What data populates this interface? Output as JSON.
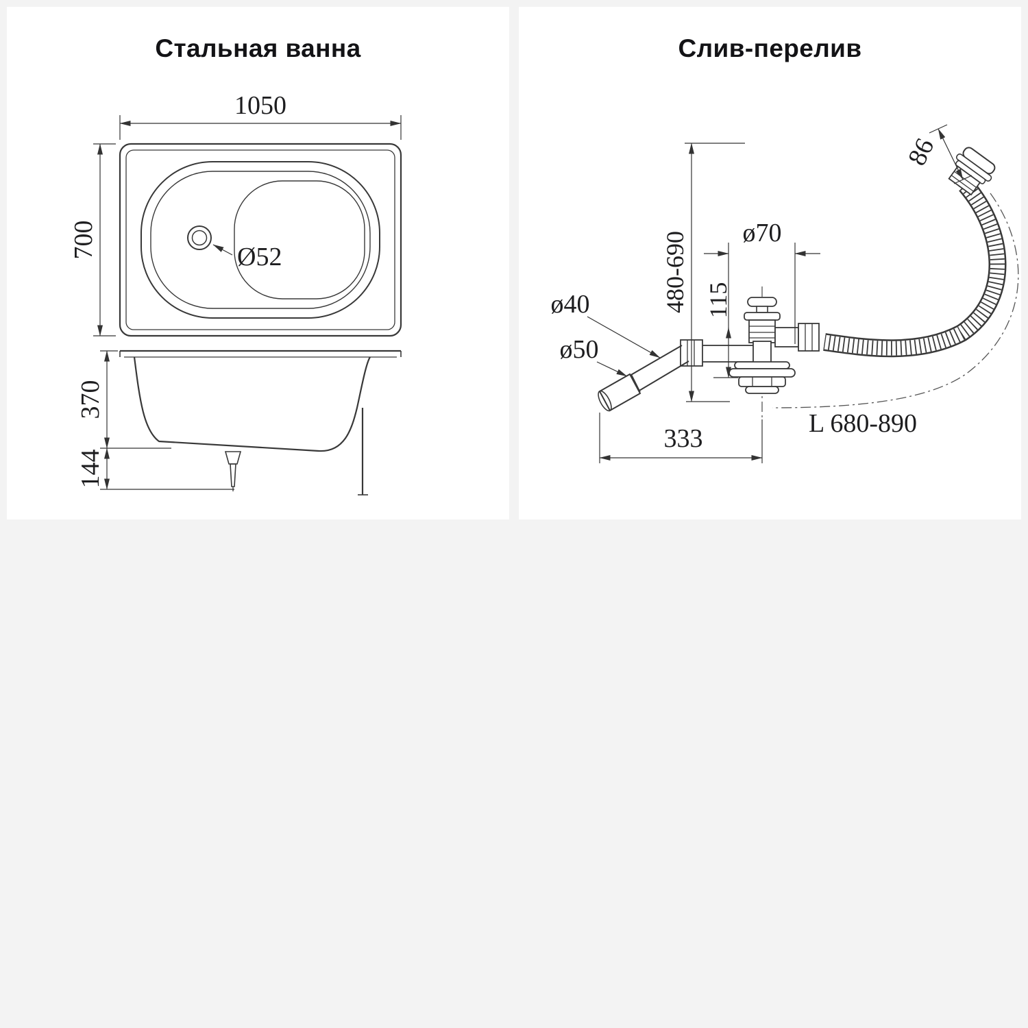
{
  "colors": {
    "page_bg": "#f3f3f3",
    "panel_bg": "#ffffff",
    "line": "#383838",
    "text": "#1d1d1f"
  },
  "left_panel": {
    "title": "Стальная ванна",
    "dims": {
      "length": "1050",
      "width": "700",
      "drain_diameter": "Ø52",
      "depth": "370",
      "leg_height": "144"
    }
  },
  "right_panel": {
    "title": "Слив-перелив",
    "dims": {
      "overflow_size": "86",
      "install_height_range": "480-690",
      "drain_flange_diameter": "ø70",
      "drain_body_height": "115",
      "outlet_pipe_diameter": "ø40",
      "outlet_coupling_diameter": "ø50",
      "horizontal_span": "333",
      "hose_length": "L 680-890"
    }
  }
}
